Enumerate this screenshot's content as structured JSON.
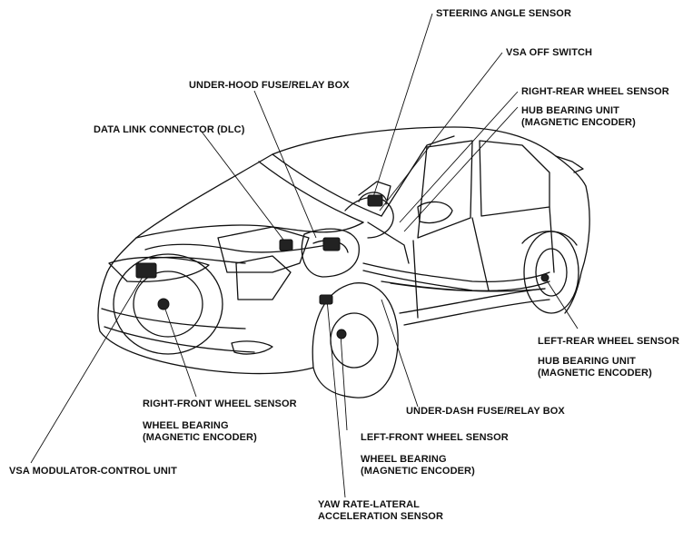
{
  "labels": {
    "steering_angle_sensor": "STEERING ANGLE SENSOR",
    "vsa_off_switch": "VSA OFF SWITCH",
    "right_rear_wheel_sensor": "RIGHT-REAR WHEEL SENSOR",
    "hub_bearing_unit_rear_right": [
      "HUB BEARING UNIT",
      "(MAGNETIC ENCODER)"
    ],
    "under_hood_fuse_relay_box": "UNDER-HOOD FUSE/RELAY BOX",
    "data_link_connector": "DATA LINK CONNECTOR (DLC)",
    "left_rear_wheel_sensor": "LEFT-REAR WHEEL SENSOR",
    "hub_bearing_unit_rear_left": [
      "HUB BEARING UNIT",
      "(MAGNETIC ENCODER)"
    ],
    "right_front_wheel_sensor": "RIGHT-FRONT WHEEL SENSOR",
    "wheel_bearing_right_front": [
      "WHEEL BEARING",
      "(MAGNETIC ENCODER)"
    ],
    "under_dash_fuse_relay_box": "UNDER-DASH FUSE/RELAY BOX",
    "left_front_wheel_sensor": "LEFT-FRONT WHEEL SENSOR",
    "wheel_bearing_left_front": [
      "WHEEL BEARING",
      "(MAGNETIC ENCODER)"
    ],
    "vsa_modulator_control_unit": "VSA MODULATOR-CONTROL UNIT",
    "yaw_rate_sensor": [
      "YAW RATE-LATERAL",
      "ACCELERATION SENSOR"
    ]
  }
}
